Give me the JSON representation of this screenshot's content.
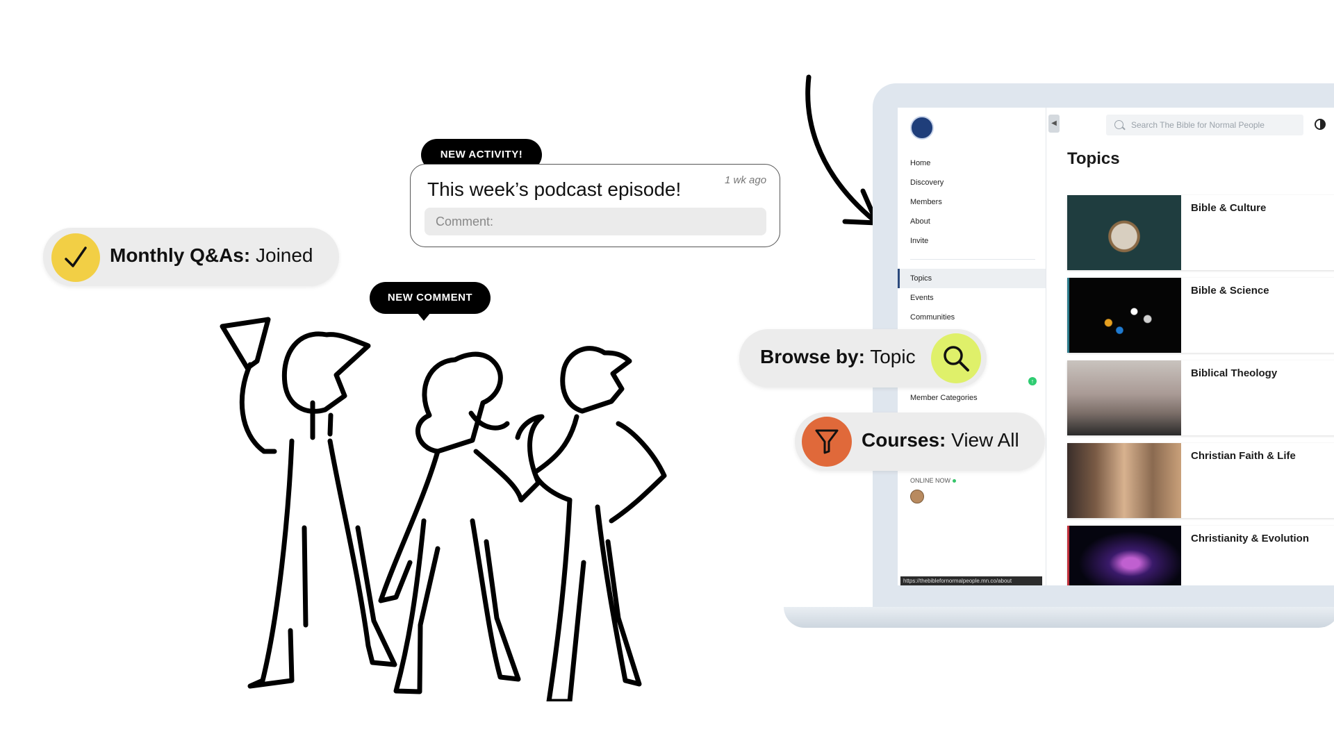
{
  "pills": {
    "qa": {
      "bold": "Monthly Q&As:",
      "text": " Joined"
    },
    "browse": {
      "bold": "Browse by:",
      "text": " Topic"
    },
    "courses": {
      "bold": "Courses:",
      "text": " View All"
    }
  },
  "tags": {
    "activity": "NEW ACTIVITY!",
    "comment": "NEW COMMENT"
  },
  "activity_card": {
    "title": "This week’s podcast episode!",
    "time": "1 wk ago",
    "comment_placeholder": "Comment:"
  },
  "app": {
    "nav": [
      "Home",
      "Discovery",
      "Members",
      "About",
      "Invite"
    ],
    "nav_secondary": [
      "Topics",
      "Events",
      "Communities"
    ],
    "member_categories": "Member Categories",
    "online_now": "ONLINE NOW",
    "status_url": "https://thebiblefornormalpeople.mn.co/about",
    "search_placeholder": "Search The Bible for Normal People",
    "main_title": "Topics",
    "topics": [
      {
        "label": "Bible & Culture",
        "accent": "#2c7a8a"
      },
      {
        "label": "Bible & Science",
        "accent": "#2c7a8a"
      },
      {
        "label": "Biblical Theology",
        "accent": "#777777"
      },
      {
        "label": "Christian Faith & Life",
        "accent": "#777777"
      },
      {
        "label": "Christianity & Evolution",
        "accent": "#c0303a"
      }
    ]
  },
  "colors": {
    "check_circle": "#f2cf45",
    "search_circle": "#dff06a",
    "filter_circle": "#e0693a"
  },
  "icons": [
    "check-icon",
    "search-icon",
    "filter-icon",
    "arrow-icon"
  ]
}
